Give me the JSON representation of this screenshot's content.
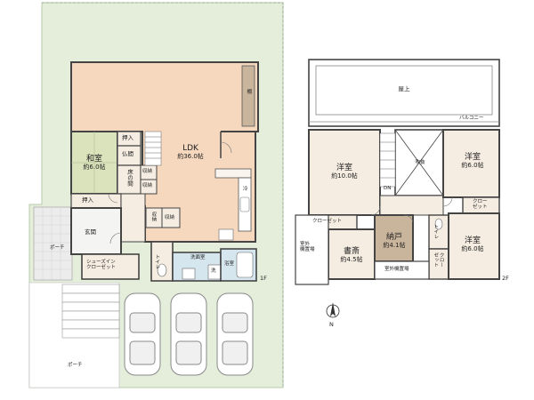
{
  "colors": {
    "garden": "#e4eedb",
    "garden_stroke": "#b9c9ae",
    "ldk_floor": "#f6d8bf",
    "tatami": "#dbe3bd",
    "wood_floor": "#f5ede2",
    "entrance": "#f4f4f2",
    "storage": "#c9b49c",
    "bath": "#d6e6ee",
    "wall": "#444444",
    "porch_tile": "#ececec",
    "roof": "#ffffff"
  },
  "floor1": {
    "level": "1F",
    "ldk": {
      "name": "LDK",
      "area": "約36.0帖"
    },
    "washitsu": {
      "name": "和室",
      "area": "約6.0帖"
    },
    "genkan": "玄関",
    "shoes_closet": "シューズイン\nクローゼット",
    "oshiire_top": "押入",
    "oshiire_bottom": "押入",
    "butsuma": "仏間",
    "toko": "床の間",
    "shuno": [
      "収納",
      "収納",
      "収納",
      "収納"
    ],
    "toilet": "トイレ",
    "senmen": "洗面室",
    "sen": "洗",
    "yokushitsu": "浴室",
    "rei": "冷",
    "tana": "棚",
    "porch": "ポーチ"
  },
  "floor2": {
    "level": "2F",
    "okujo": "屋上",
    "balcony": "バルコニー",
    "youshitsu_main": {
      "name": "洋室",
      "area": "約10.0帖"
    },
    "youshitsu_ne": {
      "name": "洋室",
      "area": "約6.0帖"
    },
    "youshitsu_se": {
      "name": "洋室",
      "area": "約6.0帖"
    },
    "shosai": {
      "name": "書斎",
      "area": "約4.5帖"
    },
    "nando": {
      "name": "納戸",
      "area": "約4.1帖"
    },
    "fukinuke": "吹抜",
    "closet": "クローゼット",
    "closet_ne": "クロー\nゼット",
    "closet_se": "クロー\nゼット",
    "toilet": "トイレ",
    "outdoor_unit_west": "室外\n機置場",
    "outdoor_unit_south": "室外機置場",
    "dn": "DN"
  },
  "site": {
    "porch_bottom": "ポーチ",
    "compass": "N"
  }
}
